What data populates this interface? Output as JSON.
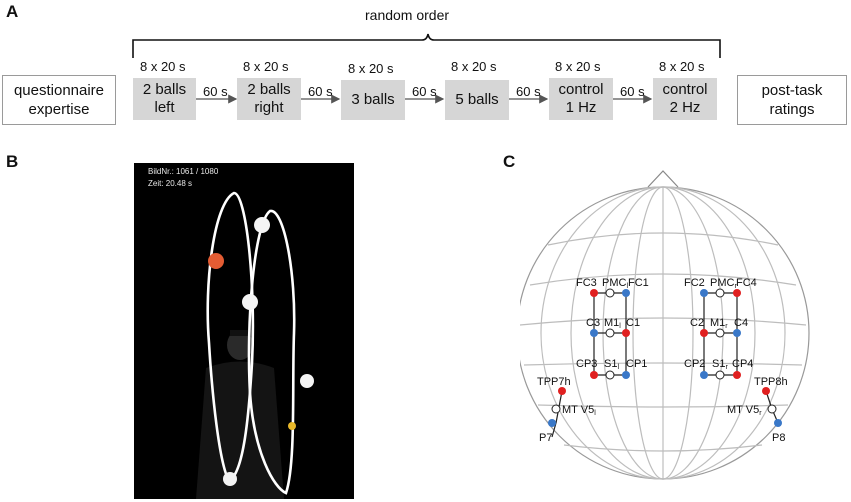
{
  "panels": {
    "a": "A",
    "b": "B",
    "c": "C"
  },
  "panel_a": {
    "random_order_label": "random order",
    "start_box": "questionnaire\nexpertise",
    "end_box": "post-task\nratings",
    "conditions": [
      {
        "duration": "8 x 20 s",
        "label": "2 balls\nleft"
      },
      {
        "duration": "8 x 20 s",
        "label": "2 balls\nright"
      },
      {
        "duration": "8 x 20 s",
        "label": "3 balls"
      },
      {
        "duration": "8 x 20 s",
        "label": "5 balls"
      },
      {
        "duration": "8 x 20 s",
        "label": "control\n1 Hz"
      },
      {
        "duration": "8 x 20 s",
        "label": "control\n2 Hz"
      }
    ],
    "pause_label": "60 s"
  },
  "panel_b": {
    "frame_label": "BildNr.: 1061 / 1080",
    "time_label": "Zeit: 20.48 s"
  },
  "panel_c": {
    "electrodes": {
      "fc3": "FC3",
      "pmc_l": "PMC",
      "pmc_l_sub": "l",
      "fc1": "FC1",
      "fc2": "FC2",
      "pmc_r": "PMC",
      "pmc_r_sub": "r",
      "fc4": "FC4",
      "c3": "C3",
      "m1_l": "M1",
      "m1_l_sub": "l",
      "c1": "C1",
      "c2": "C2",
      "m1_r": "M1",
      "m1_r_sub": "r",
      "c4": "C4",
      "cp3": "CP3",
      "s1_l": "S1",
      "s1_l_sub": "l",
      "cp1": "CP1",
      "cp2": "CP2",
      "s1_r": "S1",
      "s1_r_sub": "r",
      "cp4": "CP4",
      "tpp7h": "TPP7h",
      "mtv5_l": "MT V5",
      "mtv5_l_sub": "l",
      "p7": "P7",
      "tpp8h": "TPP8h",
      "mtv5_r": "MT V5",
      "mtv5_r_sub": "r",
      "p8": "P8"
    },
    "colors": {
      "red": "#e02020",
      "blue": "#3a78c8",
      "grid": "#bdbdbd"
    }
  }
}
